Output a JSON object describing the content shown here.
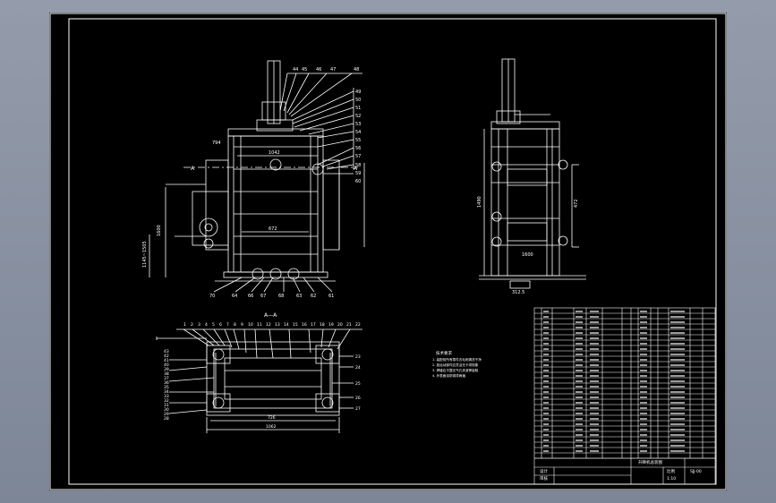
{
  "drawing": {
    "section_label": "A—A",
    "cut_marker_left": "A",
    "cut_marker_right": "A"
  },
  "front_view": {
    "leader_numbers_top": [
      "44",
      "45",
      "46",
      "47",
      "48"
    ],
    "leader_numbers_right": [
      "49",
      "50",
      "51",
      "52",
      "53",
      "54",
      "55",
      "56",
      "57",
      "58",
      "59",
      "60"
    ],
    "leader_numbers_bottom": [
      "70",
      "64",
      "66",
      "67",
      "68",
      "63",
      "62",
      "61"
    ],
    "dims": [
      "794",
      "672",
      "1042",
      "1600",
      "1145~1505"
    ]
  },
  "side_view": {
    "dims": [
      "1490",
      "472",
      "312.5",
      "1600"
    ]
  },
  "plan_view": {
    "leader_numbers_top": [
      "1",
      "2",
      "3",
      "4",
      "5",
      "6",
      "7",
      "8",
      "9",
      "10",
      "11",
      "12",
      "13",
      "14",
      "15",
      "16",
      "17",
      "18",
      "19",
      "20",
      "21",
      "22"
    ],
    "leader_numbers_right": [
      "23",
      "24",
      "25",
      "26",
      "27"
    ],
    "leader_numbers_left": [
      "43",
      "42",
      "41",
      "40",
      "39",
      "38",
      "37",
      "36",
      "35",
      "34",
      "33",
      "32",
      "31",
      "30",
      "29",
      "28"
    ],
    "dims": [
      "726",
      "1062"
    ]
  },
  "tech_notes": {
    "title": "技术要求",
    "lines": [
      "1. 装配前所有零件去毛刺清洗干净",
      "2. 各运动部件应灵活无卡滞现象",
      "3. 焊缝应平整无气孔夹渣等缺陷",
      "4. 外表面涂防锈漆两遍"
    ]
  },
  "title_block": {
    "drawing_title": "升降机总装图",
    "drawing_no": "SJJ-00",
    "design_label": "设计",
    "check_label": "审核",
    "ratio_label": "比例",
    "ratio": "1:10"
  },
  "colors": {
    "sheet": "#000000",
    "lines": "#ffffff",
    "outer": "#8a93a3"
  }
}
